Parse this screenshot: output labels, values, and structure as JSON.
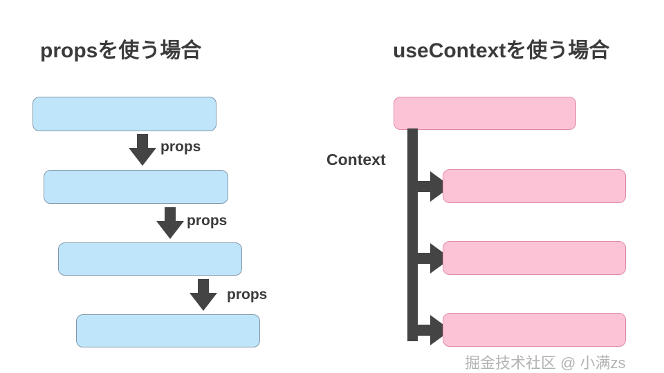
{
  "diagram": {
    "background_color": "#ffffff",
    "arrow_color": "#444444",
    "text_color": "#3b3b3b"
  },
  "left_panel": {
    "title": "propsを使う場合",
    "box_fill": "#bfe5fb",
    "box_border": "#8197a8",
    "boxes": [
      {
        "id": "blue-box-1",
        "label": ""
      },
      {
        "id": "blue-box-2",
        "label": ""
      },
      {
        "id": "blue-box-3",
        "label": ""
      },
      {
        "id": "blue-box-4",
        "label": ""
      }
    ],
    "arrows": [
      {
        "label": "props"
      },
      {
        "label": "props"
      },
      {
        "label": "props"
      }
    ]
  },
  "right_panel": {
    "title": "useContextを使う場合",
    "box_fill": "#fcc3d7",
    "box_border": "#e08aa8",
    "context_label": "Context",
    "boxes": [
      {
        "id": "pink-box-1",
        "label": ""
      },
      {
        "id": "pink-box-2",
        "label": ""
      },
      {
        "id": "pink-box-3",
        "label": ""
      },
      {
        "id": "pink-box-4",
        "label": ""
      }
    ]
  },
  "watermark": {
    "text": "掘金技术社区 @ 小满zs"
  }
}
